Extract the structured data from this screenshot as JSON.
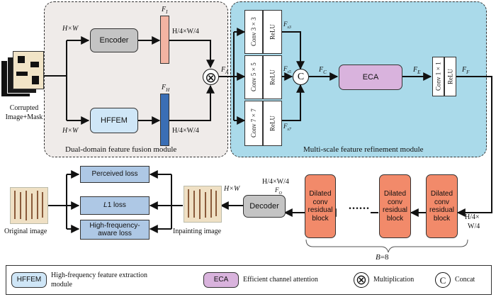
{
  "modules": {
    "dual_domain": "Dual-domain feature fusion module",
    "multiscale": "Multi-scale feature refinement module"
  },
  "input": {
    "label_line1": "Corrupted",
    "label_line2": "Image+Mask",
    "size_top": "H×W",
    "size_bottom": "H×W"
  },
  "blocks": {
    "encoder": "Encoder",
    "hffem": "HFFEM",
    "conv3": "Conv 3×3",
    "conv5": "Conv 5×5",
    "conv7": "Conv 7×7",
    "relu": "ReLU",
    "eca": "ECA",
    "conv1": "Conv 1×1",
    "decoder": "Decoder",
    "dilated": "Dilated conv residual block",
    "dots": "......"
  },
  "features": {
    "fi": "F",
    "fi_sub": "I",
    "fh": "F",
    "fh_sub": "H",
    "fa": "F",
    "fa_sub": "A",
    "fs3": "F",
    "fs3_sub": "s3",
    "fs5": "F",
    "fs5_sub": "s5",
    "fs7": "F",
    "fs7_sub": "s7",
    "fc": "F",
    "fc_sub": "C",
    "fe": "F",
    "fe_sub": "E",
    "ff": "F",
    "ff_sub": "F",
    "fo": "F",
    "fo_sub": "O"
  },
  "dims": {
    "enc": "H/4×W/4",
    "hff": "H/4×W/4",
    "dec_in": "H/4×W/4",
    "right_line1": "H/4×",
    "right_line2": "W/4",
    "dec_out": "H×W"
  },
  "losses": {
    "perceived": "Perceived loss",
    "l1_italic": "L",
    "l1_rest": "1 loss",
    "hf_line1": "High-frequency-",
    "hf_line2": "aware loss"
  },
  "images": {
    "original": "Original image",
    "inpainting": "Inpainting image"
  },
  "b_count": {
    "var": "B",
    "rest": "=8"
  },
  "legend": {
    "hffem_abbr": "HFFEM",
    "hffem_desc_line1": "High-frequency feature extraction",
    "hffem_desc_line2": "module",
    "eca_abbr": "ECA",
    "eca_desc": "Efficient channel attention",
    "mult_desc": "Multiplication",
    "concat_symbol": "C",
    "concat_desc": "Concat"
  },
  "colors": {
    "encoder_gray": "#c4c4c4",
    "hffem_blue": "#cfe6f7",
    "fi_salmon": "#f3b4a2",
    "fh_blue": "#3a6eb5",
    "eca_purple": "#d9b3dd",
    "dilated_orange": "#f28a6a",
    "loss_blue": "#aec8e5",
    "dual_bg": "#efebe9",
    "multiscale_bg": "#aadaea"
  }
}
